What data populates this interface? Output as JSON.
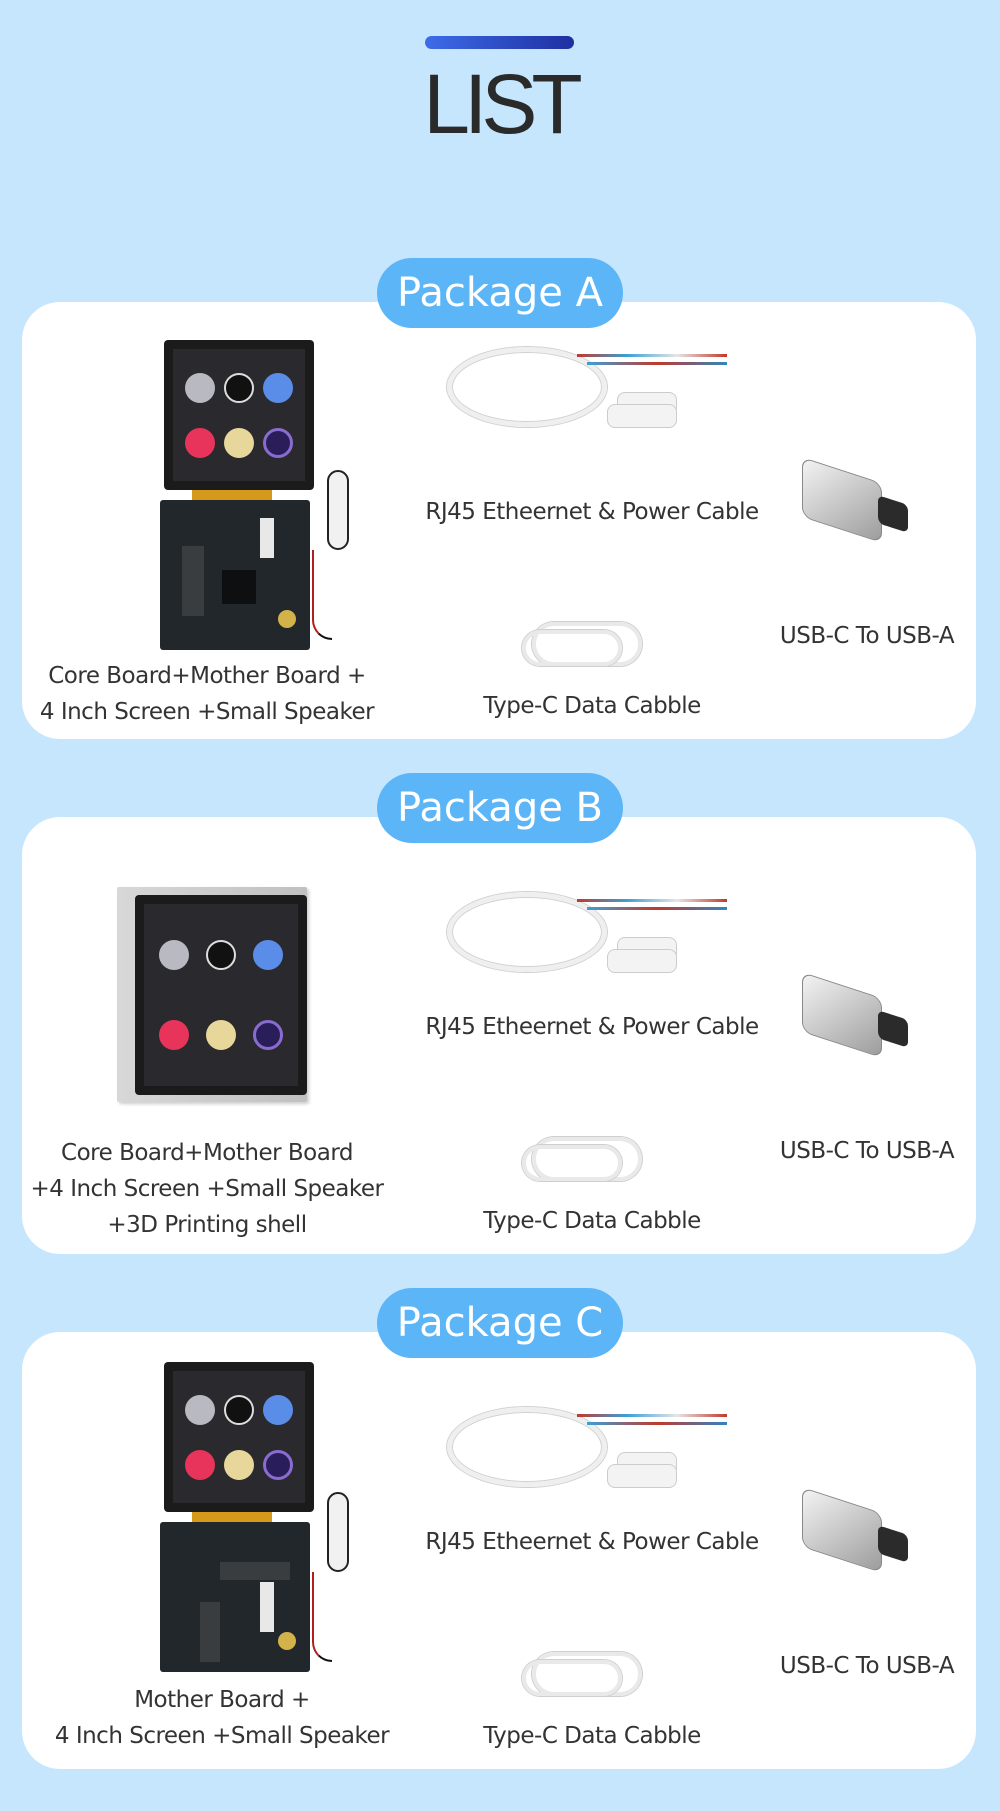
{
  "page": {
    "title": "LIST"
  },
  "packages": [
    {
      "label": "Package A",
      "main_item": [
        "Core Board+Mother Board +",
        "4 Inch Screen +Small Speaker"
      ],
      "ethernet_cable": "RJ45 Etheernet & Power Cable",
      "data_cable": "Type-C Data Cabble",
      "adapter": "USB-C To USB-A"
    },
    {
      "label": "Package B",
      "main_item": [
        "Core Board+Mother Board",
        "+4 Inch Screen +Small Speaker",
        "+3D Printing shell"
      ],
      "ethernet_cable": "RJ45 Etheernet & Power Cable",
      "data_cable": "Type-C Data Cabble",
      "adapter": "USB-C To USB-A"
    },
    {
      "label": "Package C",
      "main_item": [
        "Mother Board +",
        "4 Inch Screen +Small Speaker"
      ],
      "ethernet_cable": "RJ45 Etheernet & Power Cable",
      "data_cable": "Type-C Data Cabble",
      "adapter": "USB-C To USB-A"
    }
  ]
}
